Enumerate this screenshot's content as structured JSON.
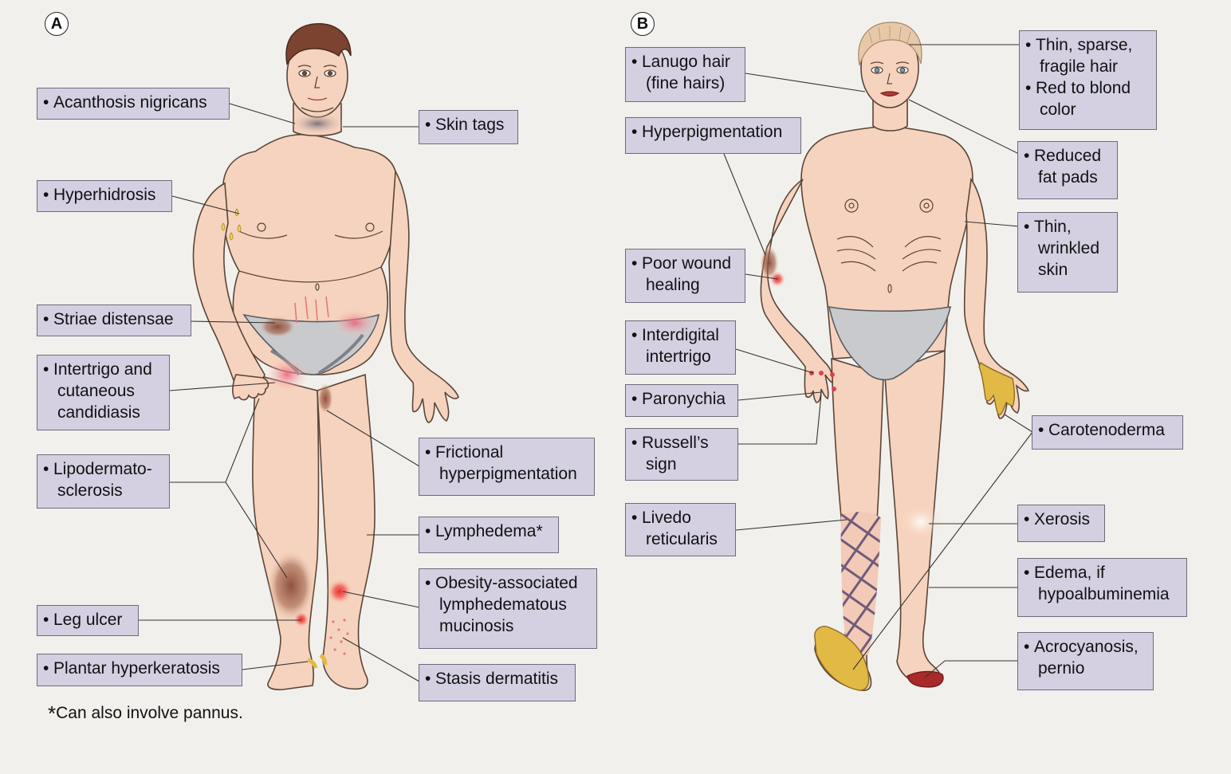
{
  "panels": [
    "A",
    "B"
  ],
  "footnote": {
    "asterisk": "*",
    "text": "Can also involve pannus."
  },
  "labels": {
    "acanthosis": [
      "Acanthosis nigricans"
    ],
    "skin_tags": [
      "Skin tags"
    ],
    "hyperhidrosis": [
      "Hyperhidrosis"
    ],
    "striae": [
      "Striae distensae"
    ],
    "intertrigo": [
      "Intertrigo and",
      "cutaneous",
      "candidiasis"
    ],
    "lipodermato": [
      "Lipodermato-",
      "sclerosis"
    ],
    "frictional": [
      "Frictional",
      "hyperpigmentation"
    ],
    "lymphedema": [
      "Lymphedema*"
    ],
    "mucinosis": [
      "Obesity-associated",
      "lymphedematous",
      "mucinosis"
    ],
    "leg_ulcer": [
      "Leg ulcer"
    ],
    "plantar": [
      "Plantar hyperkeratosis"
    ],
    "stasis": [
      "Stasis dermatitis"
    ],
    "lanugo": [
      "Lanugo hair",
      "(fine hairs)"
    ],
    "hyperpig": [
      "Hyperpigmentation"
    ],
    "poor_wound": [
      "Poor wound",
      "healing"
    ],
    "interdigital": [
      "Interdigital",
      "intertrigo"
    ],
    "paronychia": [
      "Paronychia"
    ],
    "russell": [
      "Russell’s",
      "sign"
    ],
    "livedo": [
      "Livedo",
      "reticularis"
    ],
    "thin_hair_1": [
      "Thin, sparse,",
      "fragile hair"
    ],
    "thin_hair_2": [
      "Red to blond",
      "color"
    ],
    "fat_pads": [
      "Reduced",
      "fat pads"
    ],
    "wrinkled": [
      "Thin,",
      "wrinkled",
      "skin"
    ],
    "carotenoderma": [
      "Carotenoderma"
    ],
    "xerosis": [
      "Xerosis"
    ],
    "edema": [
      "Edema, if",
      "hypoalbuminemia"
    ],
    "acrocyanosis": [
      "Acrocyanosis,",
      "pernio"
    ]
  },
  "colors": {
    "label_fill": "#d4d0e2",
    "skin": "#f6d3be",
    "skin_outline": "#5a4438",
    "underwear": "#c9cacd",
    "hair_a": "#7b4330",
    "hair_b": "#e7c8a8",
    "carotene": "#e3b945",
    "livedo": "#5b4870"
  }
}
